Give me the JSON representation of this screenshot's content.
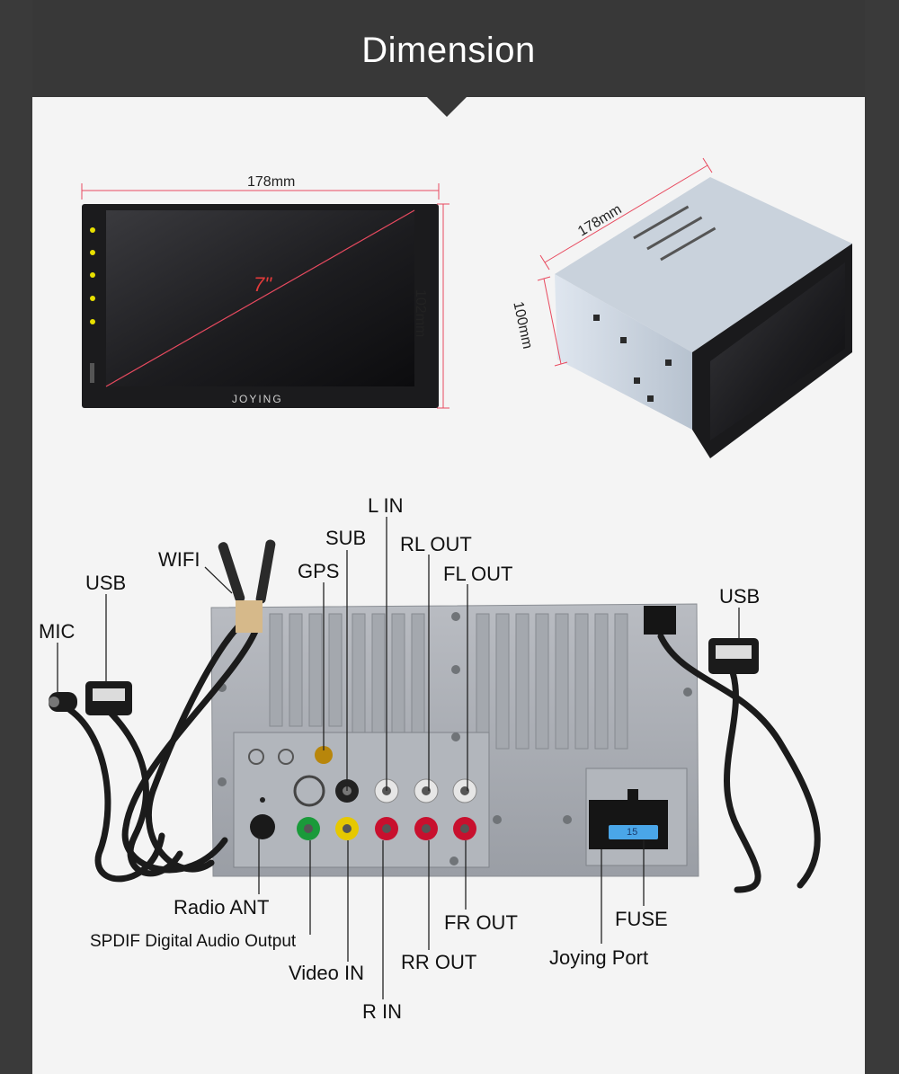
{
  "header": {
    "title": "Dimension"
  },
  "front_view": {
    "width_label": "178mm",
    "height_label": "102mm",
    "diagonal_label": "7\"",
    "brand_label": "JOYING"
  },
  "box_view": {
    "depth_label": "178mm",
    "height_label": "100mm"
  },
  "ports": {
    "l_in": "L IN",
    "sub": "SUB",
    "rl_out": "RL OUT",
    "wifi": "WIFI",
    "gps": "GPS",
    "fl_out": "FL OUT",
    "usb_left": "USB",
    "usb_right": "USB",
    "mic": "MIC",
    "radio_ant": "Radio ANT",
    "spdif": "SPDIF Digital Audio Output",
    "video_in": "Video IN",
    "r_in": "R IN",
    "fr_out": "FR OUT",
    "rr_out": "RR OUT",
    "fuse": "FUSE",
    "joying_port": "Joying Port",
    "fuse_value": "15"
  },
  "colors": {
    "banner": "#383838",
    "background": "#f4f4f4",
    "dimension_line": "#e84a5f",
    "leader_line": "#222222",
    "rca_red": "#c8102e",
    "rca_yellow": "#e6c800",
    "rca_green": "#1a9a3a",
    "rca_white": "#e6e6e6",
    "fuse_blue": "#4aa6e8"
  }
}
